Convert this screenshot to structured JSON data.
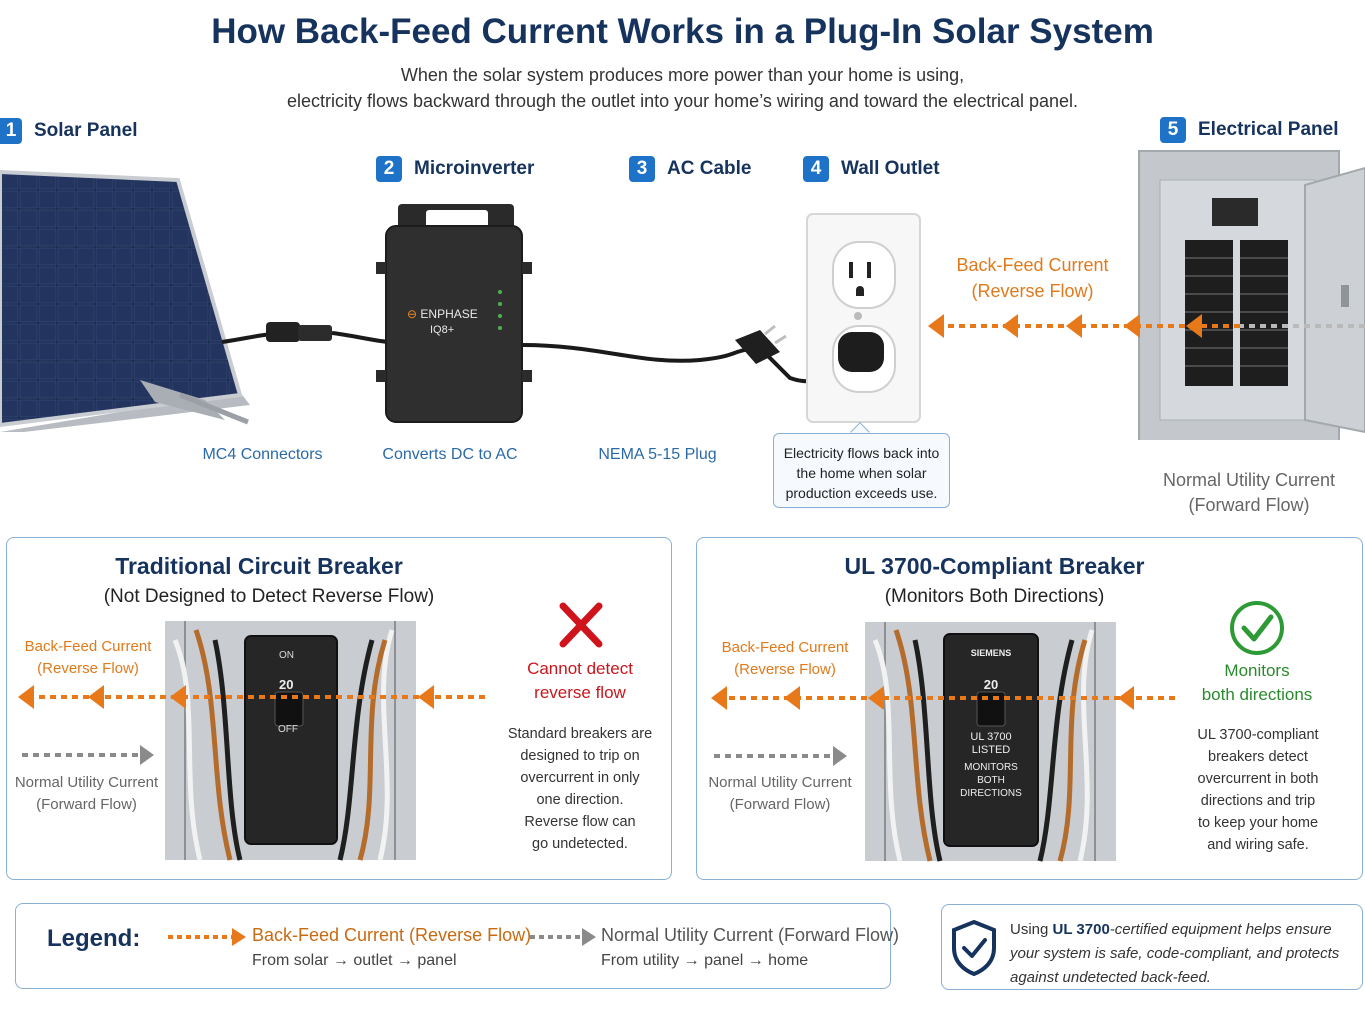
{
  "title": "How Back-Feed Current Works in a Plug-In Solar System",
  "subtitle": {
    "line1": "When the solar system produces more power than your home is using,",
    "line2": "electricity flows backward through the outlet into your home’s wiring and toward the electrical panel."
  },
  "steps": [
    {
      "num": "1",
      "label": "Solar Panel"
    },
    {
      "num": "2",
      "label": "Microinverter"
    },
    {
      "num": "3",
      "label": "AC Cable"
    },
    {
      "num": "4",
      "label": "Wall Outlet"
    },
    {
      "num": "5",
      "label": "Electrical Panel"
    }
  ],
  "captions": {
    "mc4": "MC4 Connectors",
    "converts": "Converts DC to AC",
    "plug": "NEMA 5-15 Plug"
  },
  "inverter": {
    "brand": "ENPHASE",
    "model": "IQ8+"
  },
  "callout": {
    "line1": "Electricity flows back into",
    "line2": "the home when solar",
    "line3": "production exceeds use."
  },
  "top_backfeed": {
    "line1": "Back-Feed Current",
    "line2": "(Reverse Flow)"
  },
  "top_normal": {
    "line1": "Normal Utility Current",
    "line2": "(Forward Flow)"
  },
  "traditional": {
    "title": "Traditional Circuit Breaker",
    "subtitle": "(Not Designed to Detect Reverse Flow)",
    "backfeed_line1": "Back-Feed Current",
    "backfeed_line2": "(Reverse Flow)",
    "normal_line1": "Normal Utility Current",
    "normal_line2": "(Forward Flow)",
    "breaker_on": "ON",
    "breaker_rating": "20",
    "breaker_off": "OFF",
    "status_line1": "Cannot detect",
    "status_line2": "reverse flow",
    "body": [
      "Standard breakers are",
      "designed to trip on",
      "overcurrent in only",
      "one direction.",
      "Reverse flow can",
      "go undetected."
    ]
  },
  "ul3700": {
    "title": "UL 3700-Compliant Breaker",
    "subtitle": "(Monitors Both Directions)",
    "backfeed_line1": "Back-Feed Current",
    "backfeed_line2": "(Reverse Flow)",
    "normal_line1": "Normal Utility Current",
    "normal_line2": "(Forward Flow)",
    "breaker_brand": "SIEMENS",
    "breaker_rating": "20",
    "breaker_line1": "UL 3700",
    "breaker_line2": "LISTED",
    "breaker_line3": "MONITORS",
    "breaker_line4": "BOTH",
    "breaker_line5": "DIRECTIONS",
    "status_line1": "Monitors",
    "status_line2": "both directions",
    "body": [
      "UL 3700-compliant",
      "breakers detect",
      "overcurrent in both",
      "directions and trip",
      "to keep your home",
      "and wiring safe."
    ]
  },
  "legend": {
    "title": "Legend:",
    "backfeed_label": "Back-Feed Current (Reverse Flow)",
    "backfeed_sub": "From solar → outlet → panel",
    "normal_label": "Normal Utility Current (Forward Flow)",
    "normal_sub": "From utility → panel → home"
  },
  "note": {
    "prefix": "Using",
    "emphasis": "UL 3700",
    "line1_rest": "-certified equipment helps ensure",
    "line2": "your system is safe, code-compliant, and protects",
    "line3": "against undetected back-feed."
  },
  "colors": {
    "navy": "#16335e",
    "badge_blue": "#1e73c8",
    "orange": "#e8791a",
    "grey_arrow": "#8a8a8a",
    "red": "#d0141c",
    "green": "#2e9a36"
  }
}
